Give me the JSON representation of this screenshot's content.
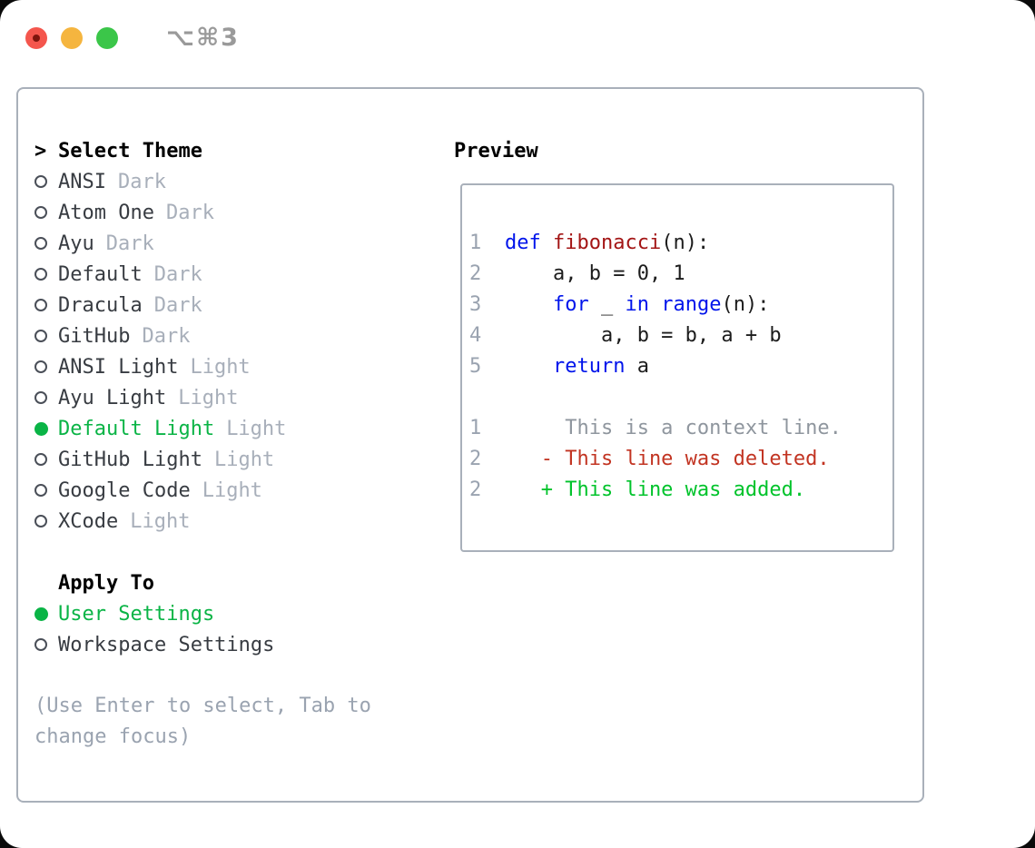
{
  "window": {
    "title": "⌥⌘3"
  },
  "colors": {
    "selection_green": "#0AB446",
    "added_green": "#00C32B",
    "deleted_red": "#C23422",
    "keyword_blue": "#0014EB",
    "function_red": "#A31515",
    "muted_gray": "#A8AFBA",
    "line_number_gray": "#9AA3B0",
    "border_gray": "#A9B0BA",
    "traffic_red": "#F4564D",
    "traffic_yellow": "#F5B53F",
    "traffic_green": "#3BC649"
  },
  "theme_panel": {
    "prompt": ">",
    "title": "Select Theme",
    "themes": [
      {
        "name": "ANSI",
        "variant": "Dark",
        "selected": false
      },
      {
        "name": "Atom One",
        "variant": "Dark",
        "selected": false
      },
      {
        "name": "Ayu",
        "variant": "Dark",
        "selected": false
      },
      {
        "name": "Default",
        "variant": "Dark",
        "selected": false
      },
      {
        "name": "Dracula",
        "variant": "Dark",
        "selected": false
      },
      {
        "name": "GitHub",
        "variant": "Dark",
        "selected": false
      },
      {
        "name": "ANSI Light",
        "variant": "Light",
        "selected": false
      },
      {
        "name": "Ayu Light",
        "variant": "Light",
        "selected": false
      },
      {
        "name": "Default Light",
        "variant": "Light",
        "selected": true
      },
      {
        "name": "GitHub Light",
        "variant": "Light",
        "selected": false
      },
      {
        "name": "Google Code",
        "variant": "Light",
        "selected": false
      },
      {
        "name": "XCode",
        "variant": "Light",
        "selected": false
      }
    ],
    "apply_to": {
      "title": "Apply To",
      "options": [
        {
          "name": "User Settings",
          "selected": true
        },
        {
          "name": "Workspace Settings",
          "selected": false
        }
      ]
    },
    "help": "(Use Enter to select, Tab to change focus)"
  },
  "preview": {
    "title": "Preview",
    "lines": [
      {
        "num": "1",
        "segments": [
          {
            "text": "def",
            "style": "keyword"
          },
          {
            "text": " ",
            "style": "plain"
          },
          {
            "text": "fibonacci",
            "style": "function"
          },
          {
            "text": "(n):",
            "style": "plain"
          }
        ]
      },
      {
        "num": "2",
        "segments": [
          {
            "text": "    a, b = 0, 1",
            "style": "plain"
          }
        ]
      },
      {
        "num": "3",
        "segments": [
          {
            "text": "    ",
            "style": "plain"
          },
          {
            "text": "for",
            "style": "keyword"
          },
          {
            "text": " _ ",
            "style": "plain"
          },
          {
            "text": "in",
            "style": "keyword"
          },
          {
            "text": " ",
            "style": "plain"
          },
          {
            "text": "range",
            "style": "keyword"
          },
          {
            "text": "(n):",
            "style": "plain"
          }
        ]
      },
      {
        "num": "4",
        "segments": [
          {
            "text": "        a, b = b, a + b",
            "style": "plain"
          }
        ]
      },
      {
        "num": "5",
        "segments": [
          {
            "text": "    ",
            "style": "plain"
          },
          {
            "text": "return",
            "style": "keyword"
          },
          {
            "text": " a",
            "style": "plain"
          }
        ]
      },
      {
        "num": "",
        "segments": []
      },
      {
        "num": "1",
        "segments": [
          {
            "text": "     This is a context line.",
            "style": "context"
          }
        ]
      },
      {
        "num": "2",
        "segments": [
          {
            "text": "   - This line was deleted.",
            "style": "deleted"
          }
        ]
      },
      {
        "num": "2",
        "segments": [
          {
            "text": "   + This line was added.",
            "style": "added"
          }
        ]
      }
    ]
  }
}
